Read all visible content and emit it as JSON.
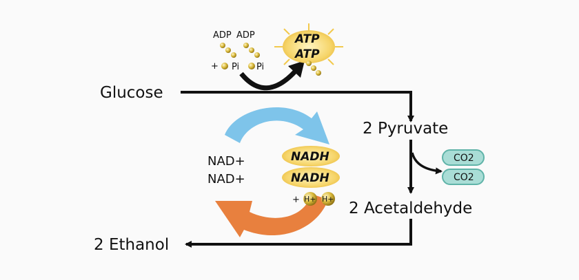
{
  "diagram": {
    "glucose": "Glucose",
    "pyruvate": "2 Pyruvate",
    "acetaldehyde": "2 Acetaldehyde",
    "ethanol": "2 Ethanol",
    "adp_1": "ADP",
    "adp_2": "ADP",
    "plus_1": "+",
    "pi_1": "Pi",
    "pi_2": "Pi",
    "atp_1": "ATP",
    "atp_2": "ATP",
    "nad_1": "NAD+",
    "nad_2": "NAD+",
    "nadh_1": "NADH",
    "nadh_2": "NADH",
    "plus_2": "+",
    "h_1": "H+",
    "h_2": "H+",
    "co2_1": "CO2",
    "co2_2": "CO2"
  },
  "colors": {
    "line": "#111111",
    "blue_arrow": "#7ec4ea",
    "orange_arrow": "#e8803e",
    "burst": "#f6d56a",
    "bead": "#d9b93a",
    "co2_fill": "#a9ddd6",
    "co2_stroke": "#5fb3a8"
  },
  "icons": [
    "phosphate-bead-icon",
    "energy-burst-icon",
    "proton-bead-icon",
    "co2-capsule-icon"
  ]
}
